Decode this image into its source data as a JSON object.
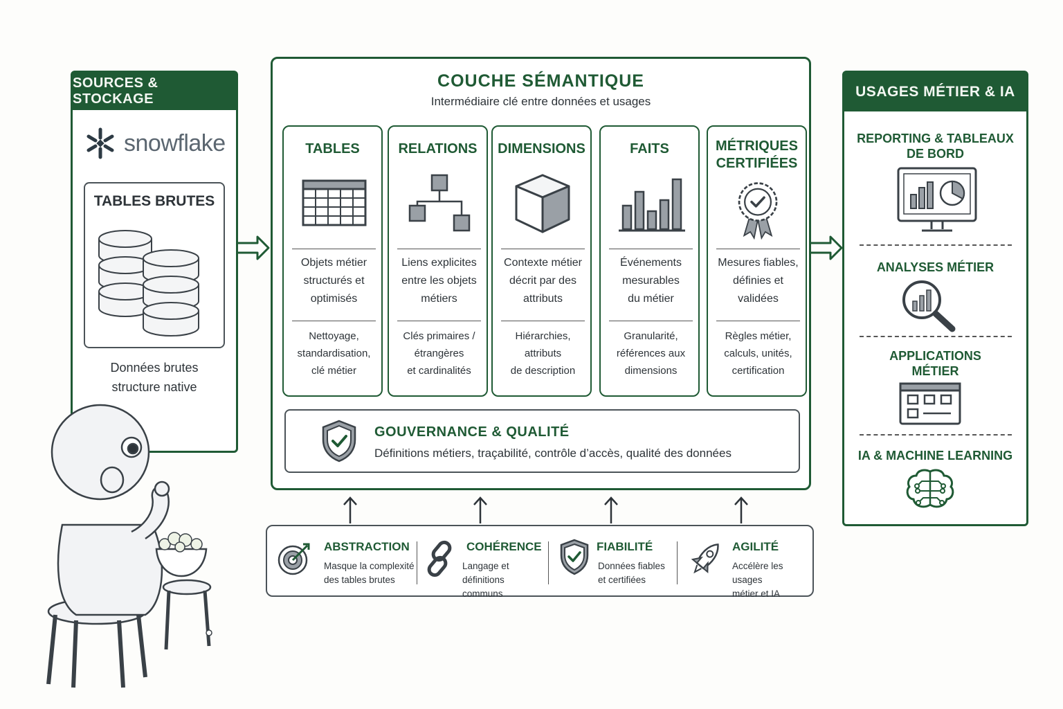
{
  "sources": {
    "header": "SOURCES & STOCKAGE",
    "logo_text": "snowflake",
    "raw_tables_title": "TABLES BRUTES",
    "caption_line1": "Données brutes",
    "caption_line2": "structure native"
  },
  "semantic_layer": {
    "title": "COUCHE SÉMANTIQUE",
    "subtitle": "Intermédiaire clé entre données et usages",
    "columns": [
      {
        "title_line1": "TABLES",
        "title_line2": "",
        "desc": [
          "Objets métier",
          "structurés et",
          "optimisés"
        ],
        "detail": [
          "Nettoyage,",
          "standardisation,",
          "clé métier"
        ]
      },
      {
        "title_line1": "RELATIONS",
        "title_line2": "",
        "desc": [
          "Liens explicites",
          "entre les objets",
          "métiers"
        ],
        "detail": [
          "Clés primaires /",
          "étrangères",
          "et cardinalités"
        ]
      },
      {
        "title_line1": "DIMENSIONS",
        "title_line2": "",
        "desc": [
          "Contexte métier",
          "décrit par des",
          "attributs"
        ],
        "detail": [
          "Hiérarchies,",
          "attributs",
          "de description"
        ]
      },
      {
        "title_line1": "FAITS",
        "title_line2": "",
        "desc": [
          "Événements",
          "mesurables",
          "du métier"
        ],
        "detail": [
          "Granularité,",
          "références aux",
          "dimensions"
        ]
      },
      {
        "title_line1": "MÉTRIQUES",
        "title_line2": "CERTIFIÉES",
        "desc": [
          "Mesures fiables,",
          "définies et",
          "validées"
        ],
        "detail": [
          "Règles métier,",
          "calculs, unités,",
          "certification"
        ]
      }
    ],
    "governance": {
      "title": "GOUVERNANCE & QUALITÉ",
      "desc": "Définitions métiers, traçabilité, contrôle d’accès, qualité des données"
    }
  },
  "benefits": [
    {
      "title": "ABSTRACTION",
      "line1": "Masque la complexité",
      "line2": "des tables brutes"
    },
    {
      "title": "COHÉRENCE",
      "line1": "Langage et définitions",
      "line2": "communs"
    },
    {
      "title": "FIABILITÉ",
      "line1": "Données fiables",
      "line2": "et certifiées"
    },
    {
      "title": "AGILITÉ",
      "line1": "Accélère les usages",
      "line2": "métier et IA"
    }
  ],
  "usages": {
    "header": "USAGES MÉTIER & IA",
    "items": [
      {
        "line1": "REPORTING & TABLEAUX",
        "line2": "DE BORD"
      },
      {
        "line1": "ANALYSES MÉTIER",
        "line2": ""
      },
      {
        "line1": "APPLICATIONS",
        "line2": "MÉTIER"
      },
      {
        "line1": "IA & MACHINE LEARNING",
        "line2": ""
      }
    ]
  },
  "colors": {
    "accent_green": "#1f5a34",
    "ink": "#2d3338",
    "icon_gray": "#9aa0a6"
  }
}
